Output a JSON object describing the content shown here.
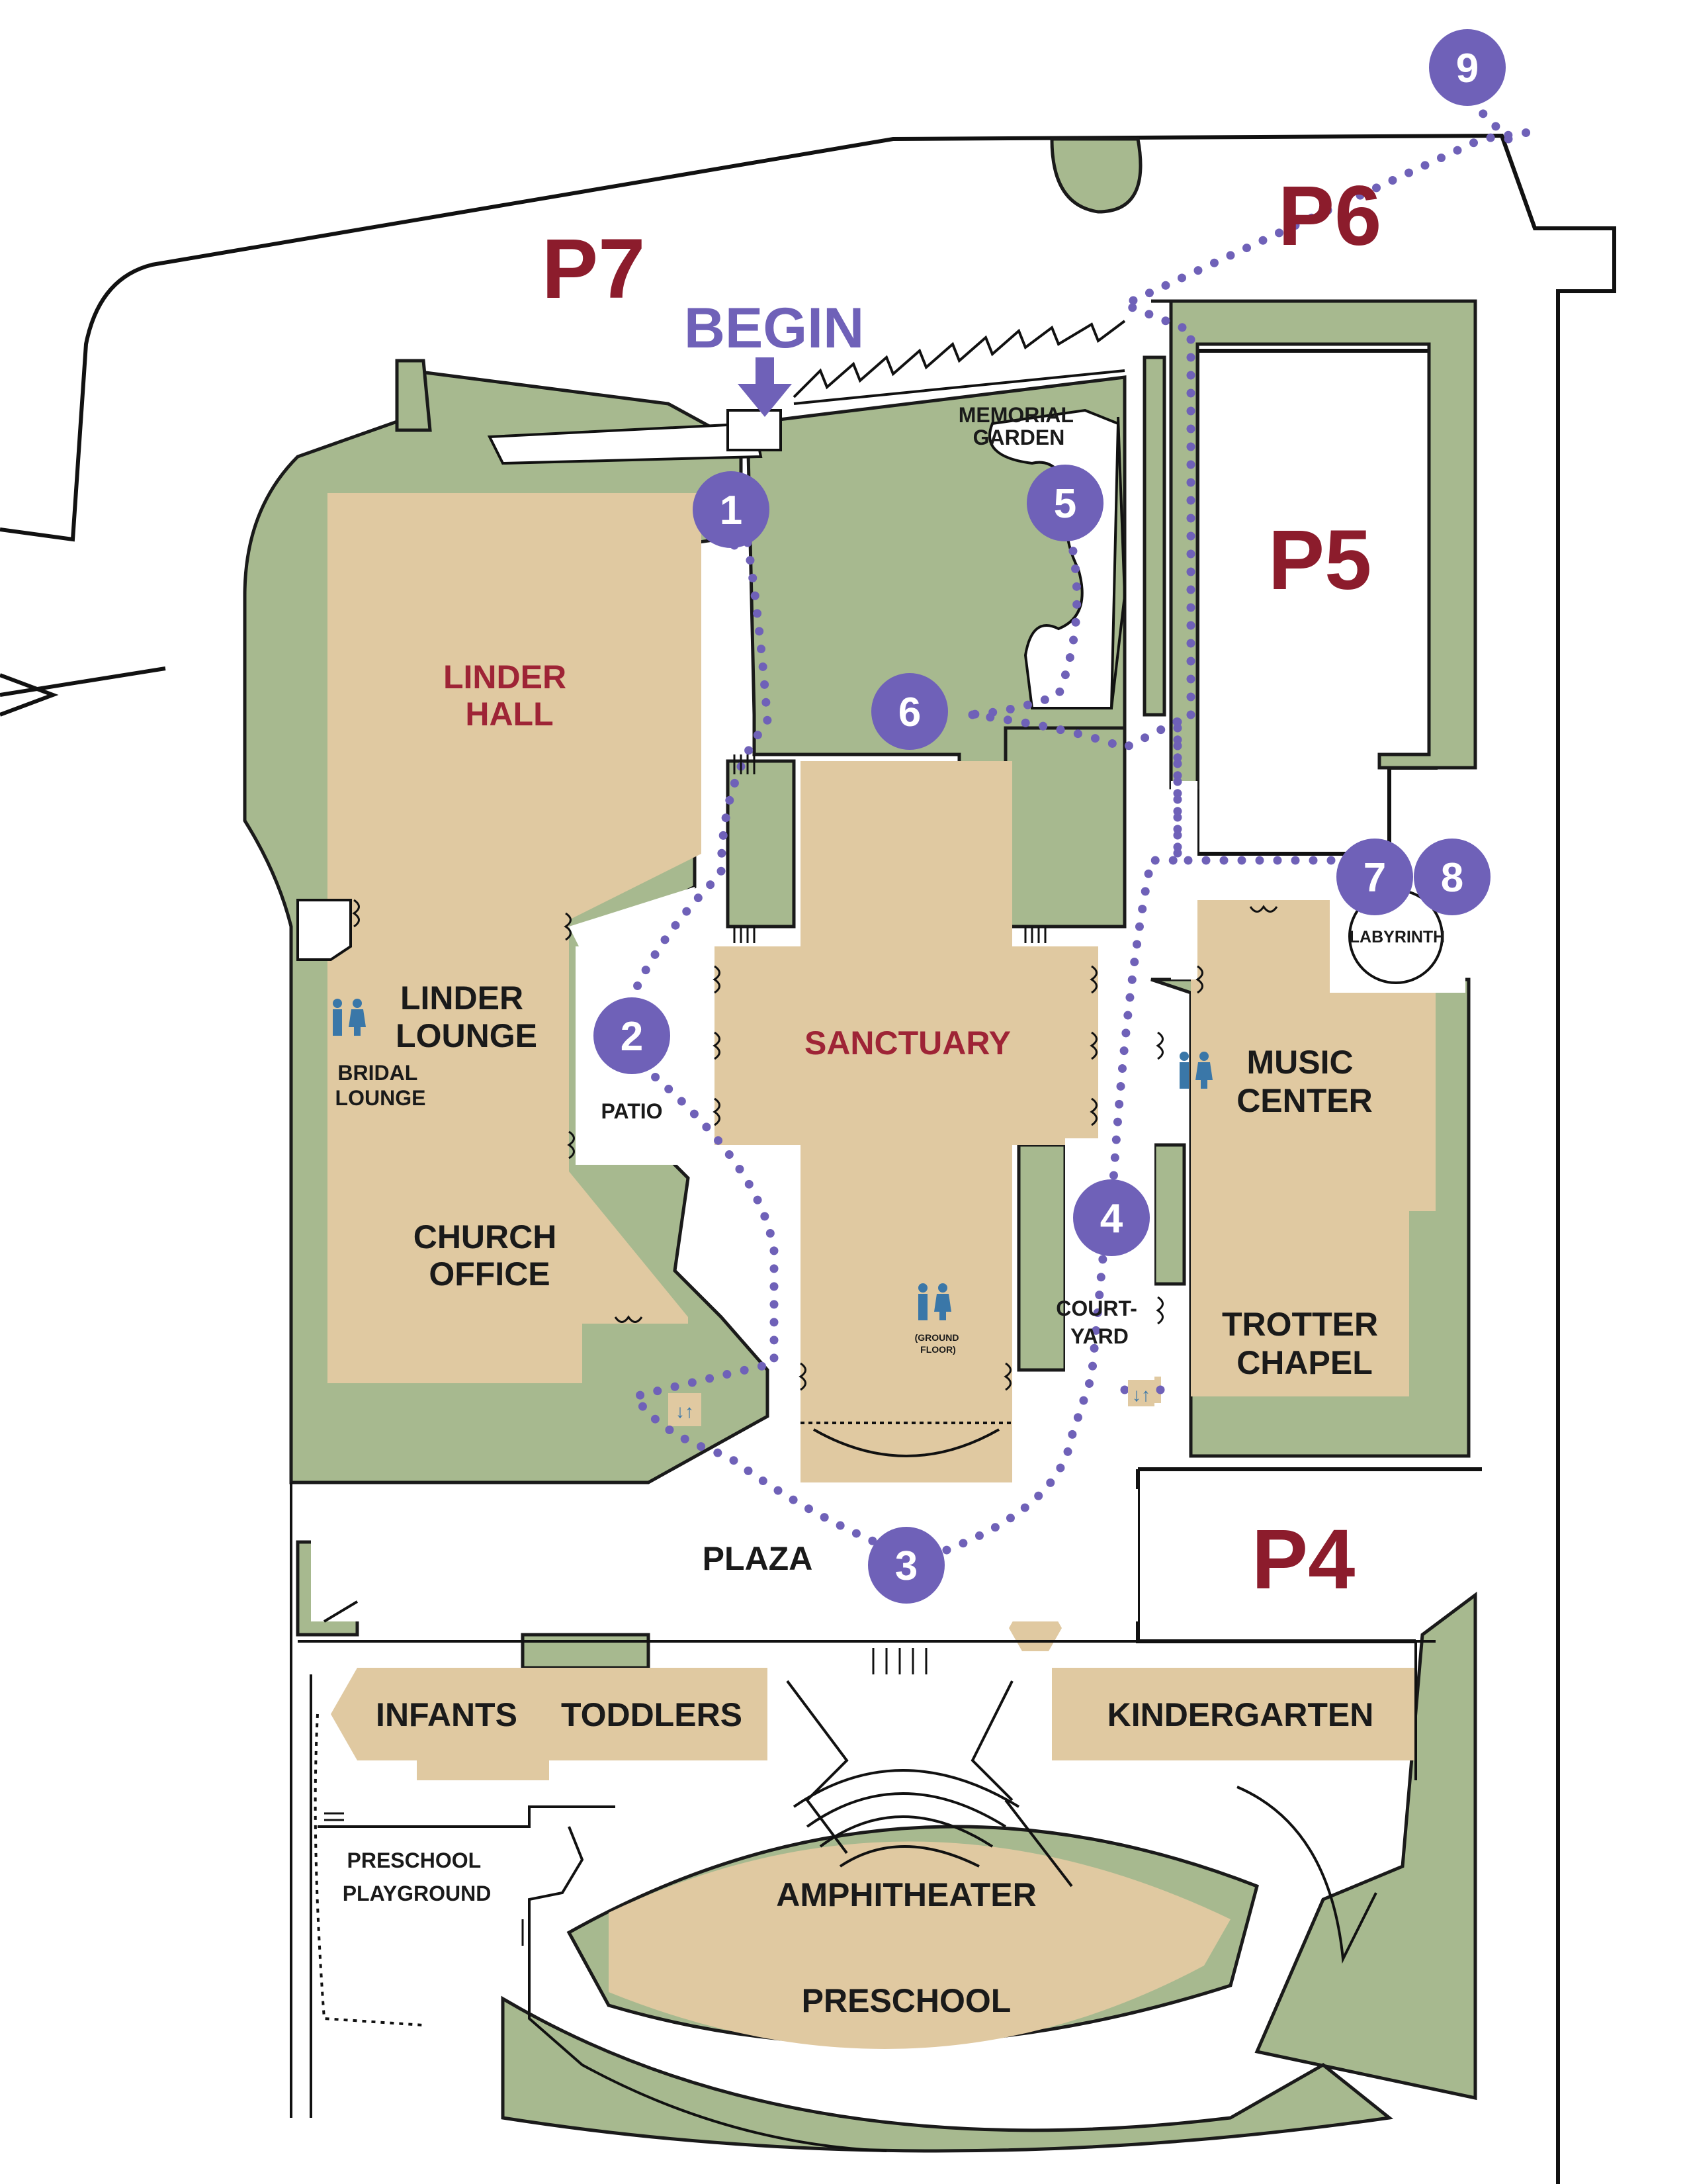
{
  "map": {
    "begin_label": "BEGIN",
    "parking_lots": [
      "P7",
      "P6",
      "P5",
      "P4"
    ],
    "buildings": {
      "linder_hall": [
        "LINDER",
        "HALL"
      ],
      "linder_lounge": [
        "LINDER",
        "LOUNGE"
      ],
      "bridal_lounge": [
        "BRIDAL",
        "LOUNGE"
      ],
      "church_office": [
        "CHURCH",
        "OFFICE"
      ],
      "sanctuary": "SANCTUARY",
      "ground_floor": [
        "(GROUND",
        "FLOOR)"
      ],
      "music_center": [
        "MUSIC",
        "CENTER"
      ],
      "trotter_chapel": [
        "TROTTER",
        "CHAPEL"
      ],
      "infants": "INFANTS",
      "toddlers": "TODDLERS",
      "kindergarten": "KINDERGARTEN",
      "preschool": "PRESCHOOL"
    },
    "areas": {
      "memorial_garden": [
        "MEMORIAL",
        "GARDEN"
      ],
      "patio": "PATIO",
      "courtyard": [
        "COURT-",
        "YARD"
      ],
      "plaza": "PLAZA",
      "labyrinth": "LABYRINTH",
      "amphitheater": "AMPHITHEATER",
      "preschool_playground": [
        "PRESCHOOL",
        "PLAYGROUND"
      ]
    },
    "stops": [
      "1",
      "2",
      "3",
      "4",
      "5",
      "6",
      "7",
      "8",
      "9"
    ],
    "colors": {
      "building": "#e0c9a1",
      "grass": "#a7b98f",
      "route": "#6f61b8",
      "parking_label": "#8c1c2c",
      "building_accent_label": "#9e2436",
      "restroom_icon": "#3a77a8"
    },
    "icons": [
      "restroom-icon",
      "elevator-icon",
      "stairs-icon",
      "door-icon",
      "begin-arrow-icon"
    ]
  }
}
